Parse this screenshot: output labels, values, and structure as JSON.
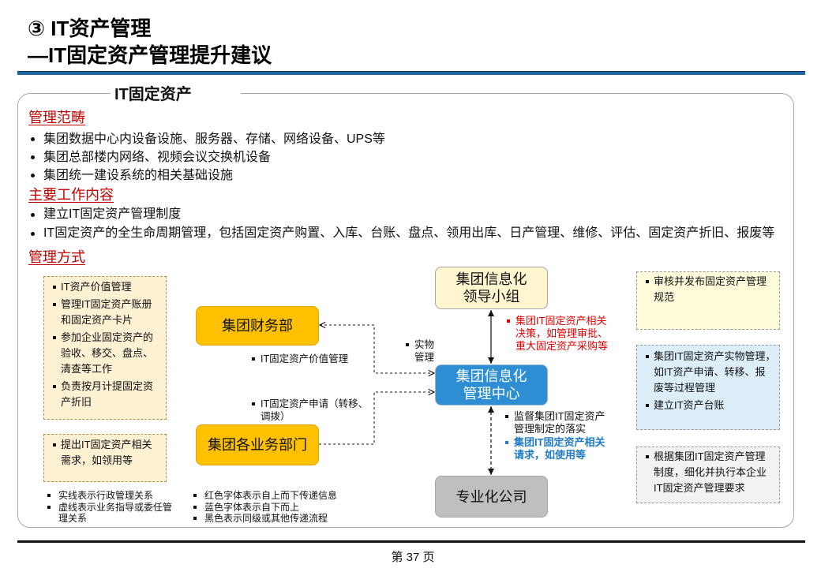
{
  "colors": {
    "rule_blue": "#1f6aa5",
    "heading_red": "#c00000",
    "node_orange": "#ffc000",
    "node_yellow": "#fff6d0",
    "node_blue": "#2e8ed3",
    "node_gray": "#bfbfbf",
    "text_red": "#e00000",
    "text_blue": "#1f7bc4"
  },
  "title": {
    "line1": "③ IT资产管理",
    "line2": "—IT固定资产管理提升建议"
  },
  "panel_tab": "IT固定资产",
  "scope": {
    "heading": "管理范畴",
    "items": [
      "集团数据中心内设备设施、服务器、存储、网络设备、UPS等",
      "集团总部楼内网络、视频会议交换机设备",
      "集团统一建设系统的相关基础设施"
    ]
  },
  "work": {
    "heading": "主要工作内容",
    "items": [
      "建立IT固定资产管理制度",
      "IT固定资产的全生命周期管理，包括固定资产购置、入库、台账、盘点、领用出库、日产管理、维修、评估、固定资产折旧、报废等"
    ]
  },
  "method": {
    "heading": "管理方式",
    "finance_notes": [
      [
        "IT资产价值管理"
      ],
      [
        "管理IT固定资产账册",
        "和固定资产卡片"
      ],
      [
        "参加企业固定资产的",
        "验收、移交、盘点、",
        "清查等工作"
      ],
      [
        "负责按月计提固定资",
        "产折旧"
      ]
    ],
    "business_notes": [
      [
        "提出IT固定资产相关",
        "需求，如领用等"
      ]
    ],
    "nodes": {
      "finance": "集团财务部",
      "business_units": "集团各业务部门",
      "leadership": [
        "集团信息化",
        "领导小组"
      ],
      "center": [
        "集团信息化",
        "管理中心"
      ],
      "specialized": "专业化公司"
    },
    "flow_labels": {
      "physical": [
        "实物",
        "管理"
      ],
      "value": [
        "IT固定资产价值管理"
      ],
      "request": [
        "IT固定资产申请（转移、",
        "调拨）"
      ],
      "leadership_down": [
        "集团IT固定资产相关",
        "决策，如管理审批、",
        "重大固定资产采购等"
      ],
      "supervise": [
        "监督集团IT固定资产",
        "管理制定的落实"
      ],
      "company_up": [
        "集团IT固定资产相关",
        "请求，如使用等"
      ]
    },
    "leadership_notes": [
      [
        "审核并发布固定资产管理",
        "规范"
      ]
    ],
    "center_notes": [
      [
        "集团IT固定资产实物管理，",
        "如IT资产申请、转移、报",
        "废等过程管理"
      ],
      [
        "建立IT资产台账"
      ]
    ],
    "company_notes": [
      [
        "根据集团IT固定资产管理",
        "制度，细化并执行本企业",
        "IT固定资产管理要求"
      ]
    ]
  },
  "legend": {
    "line_styles": [
      [
        "实线表示行政管理关系"
      ],
      [
        "虚线表示业务指导或委任管",
        "理关系"
      ]
    ],
    "text_colors": [
      [
        "红色字体表示自上而下传递信息"
      ],
      [
        "蓝色字体表示自下而上"
      ],
      [
        "黑色表示同级或其他传递流程"
      ]
    ]
  },
  "footer": {
    "page": "第 37 页"
  }
}
